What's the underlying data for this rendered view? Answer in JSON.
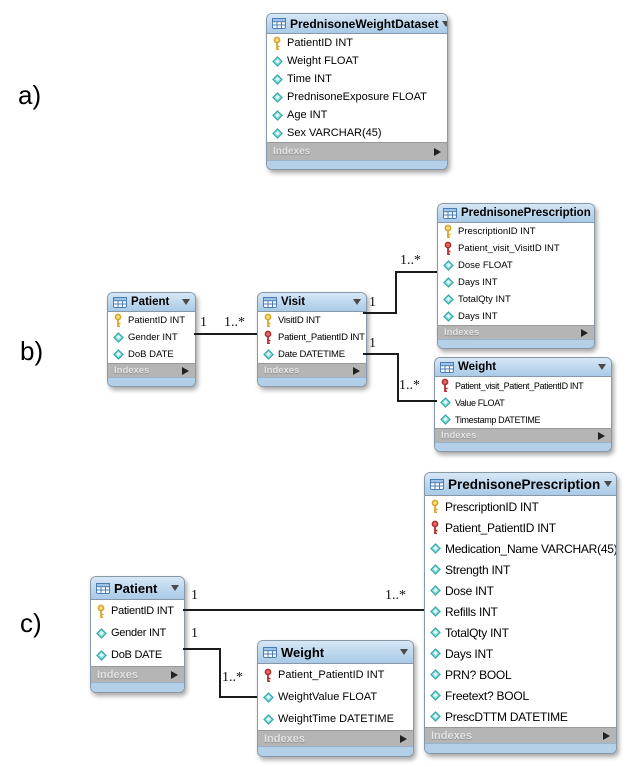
{
  "figure": {
    "section_labels": [
      "a)",
      "b)",
      "c)"
    ]
  },
  "colors": {
    "header_blue": "#a9cae7",
    "footer_gray": "#b5b5b5",
    "bottom_bar_blue": "#b3d0e8",
    "primary_key_yellow": "#e8c04c",
    "foreign_key_red": "#cf4a4a",
    "column_teal": "#7fd8d8",
    "relationship_line": "#1b1b1b"
  },
  "sections": [
    {
      "label": "a)",
      "tables": [
        {
          "title": "PrednisoneWeightDataset",
          "footer": "Indexes",
          "columns": [
            {
              "icon": "primary-key-icon",
              "text": "PatientID INT"
            },
            {
              "icon": "column-icon",
              "text": "Weight FLOAT"
            },
            {
              "icon": "column-icon",
              "text": "Time INT"
            },
            {
              "icon": "column-icon",
              "text": "PrednisoneExposure FLOAT"
            },
            {
              "icon": "column-icon",
              "text": "Age INT"
            },
            {
              "icon": "column-icon",
              "text": "Sex VARCHAR(45)"
            }
          ]
        }
      ],
      "relationships": []
    },
    {
      "label": "b)",
      "tables": [
        {
          "title": "Patient",
          "footer": "Indexes",
          "columns": [
            {
              "icon": "primary-key-icon",
              "text": "PatientID INT"
            },
            {
              "icon": "column-icon",
              "text": "Gender INT"
            },
            {
              "icon": "column-icon",
              "text": "DoB DATE"
            }
          ]
        },
        {
          "title": "Visit",
          "footer": "Indexes",
          "columns": [
            {
              "icon": "primary-key-icon",
              "text": "VisitID INT"
            },
            {
              "icon": "foreign-key-icon",
              "text": "Patient_PatientID INT"
            },
            {
              "icon": "column-icon",
              "text": "Date DATETIME"
            }
          ]
        },
        {
          "title": "PrednisonePrescription",
          "footer": "Indexes",
          "columns": [
            {
              "icon": "primary-key-icon",
              "text": "PrescriptionID INT"
            },
            {
              "icon": "foreign-key-icon",
              "text": "Patient_visit_VisitID INT"
            },
            {
              "icon": "column-icon",
              "text": "Dose FLOAT"
            },
            {
              "icon": "column-icon",
              "text": "Days INT"
            },
            {
              "icon": "column-icon",
              "text": "TotalQty INT"
            },
            {
              "icon": "column-icon",
              "text": "Days INT"
            }
          ]
        },
        {
          "title": "Weight",
          "footer": "Indexes",
          "columns": [
            {
              "icon": "foreign-key-icon",
              "text": "Patient_visit_Patient_PatientID INT"
            },
            {
              "icon": "column-icon",
              "text": "Value FLOAT"
            },
            {
              "icon": "column-icon",
              "text": "Timestamp DATETIME"
            }
          ]
        }
      ],
      "relationships": [
        {
          "from": "Patient",
          "to": "Visit",
          "one": "1",
          "many": "1..*"
        },
        {
          "from": "Visit",
          "to": "PrednisonePrescription",
          "one": "1",
          "many": "1..*"
        },
        {
          "from": "Visit",
          "to": "Weight",
          "one": "1",
          "many": "1..*"
        }
      ]
    },
    {
      "label": "c)",
      "tables": [
        {
          "title": "Patient",
          "footer": "Indexes",
          "columns": [
            {
              "icon": "primary-key-icon",
              "text": "PatientID INT"
            },
            {
              "icon": "column-icon",
              "text": "Gender INT"
            },
            {
              "icon": "column-icon",
              "text": "DoB DATE"
            }
          ]
        },
        {
          "title": "Weight",
          "footer": "Indexes",
          "columns": [
            {
              "icon": "foreign-key-icon",
              "text": "Patient_PatientID INT"
            },
            {
              "icon": "column-icon",
              "text": "WeightValue FLOAT"
            },
            {
              "icon": "column-icon",
              "text": "WeightTime DATETIME"
            }
          ]
        },
        {
          "title": "PrednisonePrescription",
          "footer": "Indexes",
          "columns": [
            {
              "icon": "primary-key-icon",
              "text": "PrescriptionID INT"
            },
            {
              "icon": "foreign-key-icon",
              "text": "Patient_PatientID INT"
            },
            {
              "icon": "column-icon",
              "text": "Medication_Name VARCHAR(45)"
            },
            {
              "icon": "column-icon",
              "text": "Strength INT"
            },
            {
              "icon": "column-icon",
              "text": "Dose INT"
            },
            {
              "icon": "column-icon",
              "text": "Refills INT"
            },
            {
              "icon": "column-icon",
              "text": "TotalQty INT"
            },
            {
              "icon": "column-icon",
              "text": "Days INT"
            },
            {
              "icon": "column-icon",
              "text": "PRN? BOOL"
            },
            {
              "icon": "column-icon",
              "text": "Freetext? BOOL"
            },
            {
              "icon": "column-icon",
              "text": "PrescDTTM DATETIME"
            }
          ]
        }
      ],
      "relationships": [
        {
          "from": "Patient",
          "to": "PrednisonePrescription",
          "one": "1",
          "many": "1..*"
        },
        {
          "from": "Patient",
          "to": "Weight",
          "one": "1",
          "many": "1..*"
        }
      ]
    }
  ]
}
